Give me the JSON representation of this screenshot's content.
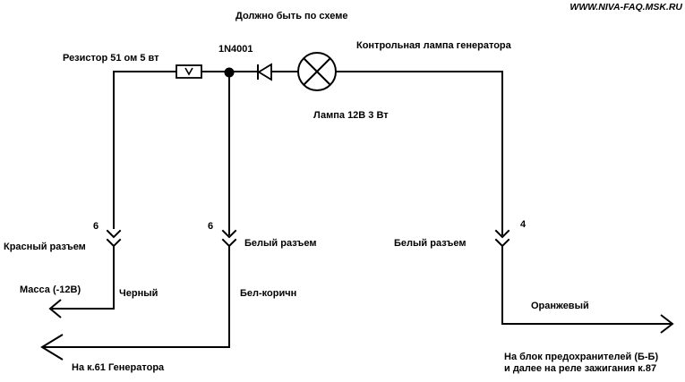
{
  "title": "Должно быть по схеме",
  "site": "WWW.NIVA-FAQ.MSK.RU",
  "components": {
    "resistor": "Резистор 51 ом 5 вт",
    "diode": "1N4001",
    "lamp_name": "Контрольная лампа генератора",
    "lamp_spec": "Лампа  12В 3 Вт"
  },
  "connectors": {
    "left": {
      "pin": "6",
      "label": "Красный разъем"
    },
    "middle": {
      "pin": "6",
      "label": "Белый разъем"
    },
    "right": {
      "pin": "4",
      "label": "Белый разъем"
    }
  },
  "wires": {
    "black": "Черный",
    "white_brown": "Бел-коричн",
    "orange": "Оранжевый"
  },
  "destinations": {
    "ground": "Масса (-12В)",
    "generator": "На к.61 Генератора",
    "fuse_block_line1": "На блок предохранителей (Б-Б)",
    "fuse_block_line2": "и далее на реле зажигания к.87"
  },
  "colors": {
    "line": "#000000",
    "background": "#ffffff"
  }
}
